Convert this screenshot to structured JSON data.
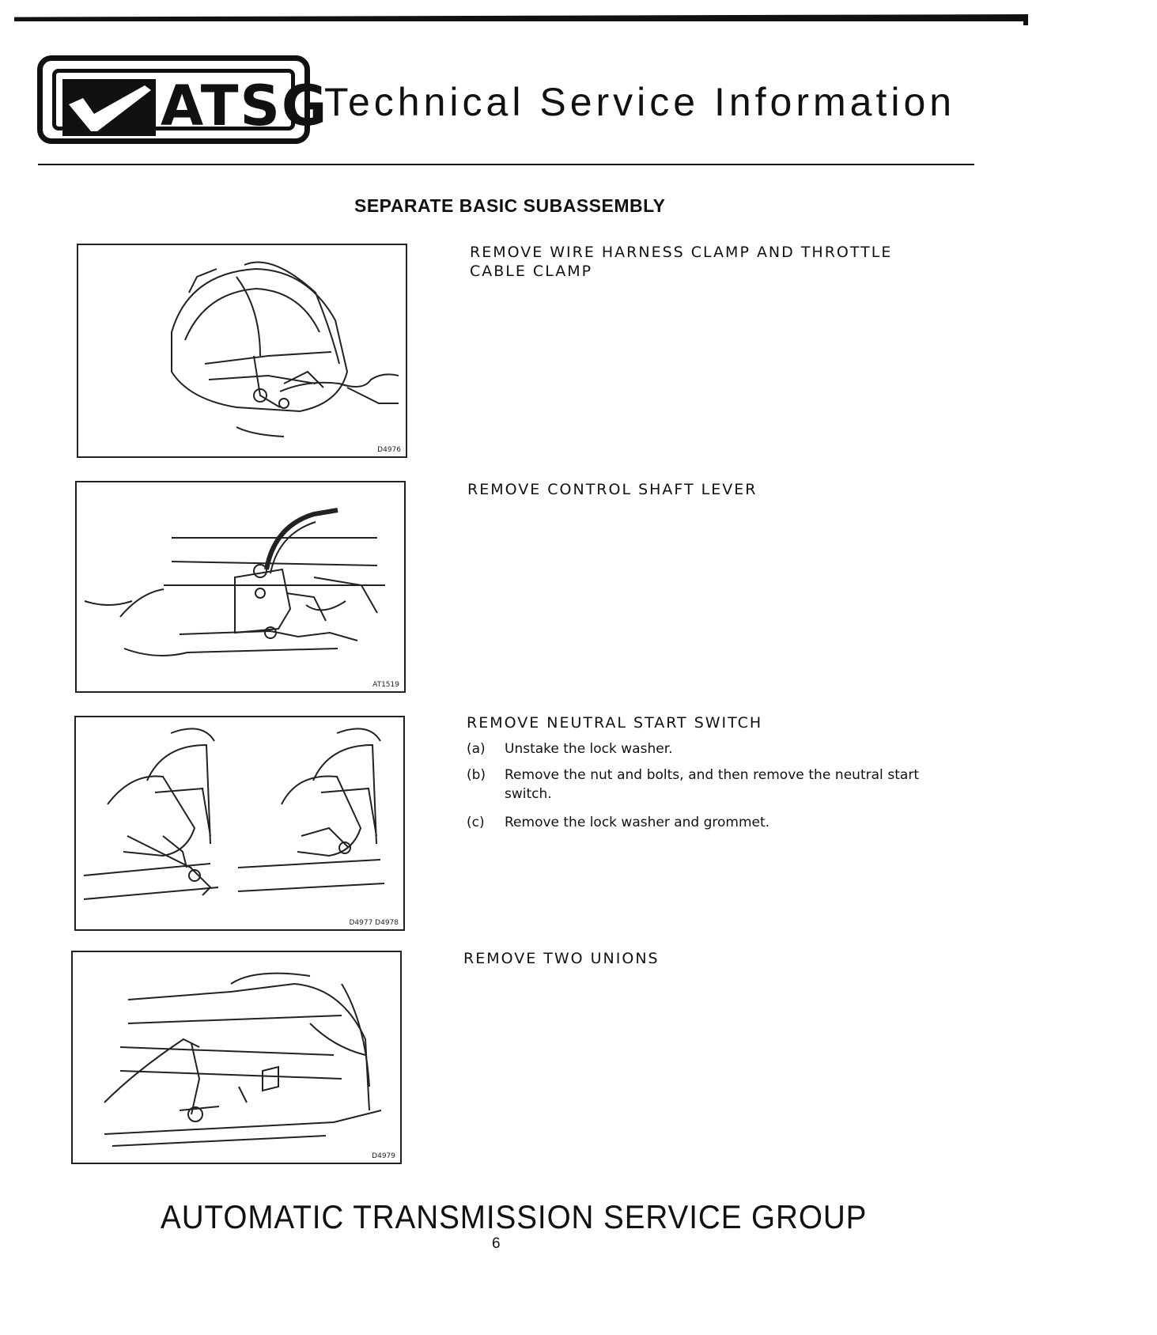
{
  "header": {
    "logo_text": "ATSG",
    "title": "Technical Service Information"
  },
  "section_title": "SEPARATE BASIC SUBASSEMBLY",
  "steps": [
    {
      "heading": "REMOVE WIRE HARNESS CLAMP AND THROTTLE CABLE CLAMP",
      "figure_code": "D4976"
    },
    {
      "heading": "REMOVE CONTROL SHAFT LEVER",
      "figure_code": "AT1519"
    },
    {
      "heading": "REMOVE NEUTRAL START SWITCH",
      "figure_code": "D4977 D4978",
      "substeps": [
        {
          "label": "(a)",
          "text": "Unstake the lock washer."
        },
        {
          "label": "(b)",
          "text": "Remove the nut and bolts, and then remove the neutral start switch."
        },
        {
          "label": "(c)",
          "text": "Remove the lock washer and grommet."
        }
      ]
    },
    {
      "heading": "REMOVE TWO UNIONS",
      "figure_code": "D4979"
    }
  ],
  "footer": {
    "organization": "AUTOMATIC TRANSMISSION SERVICE GROUP",
    "page_number": "6"
  }
}
